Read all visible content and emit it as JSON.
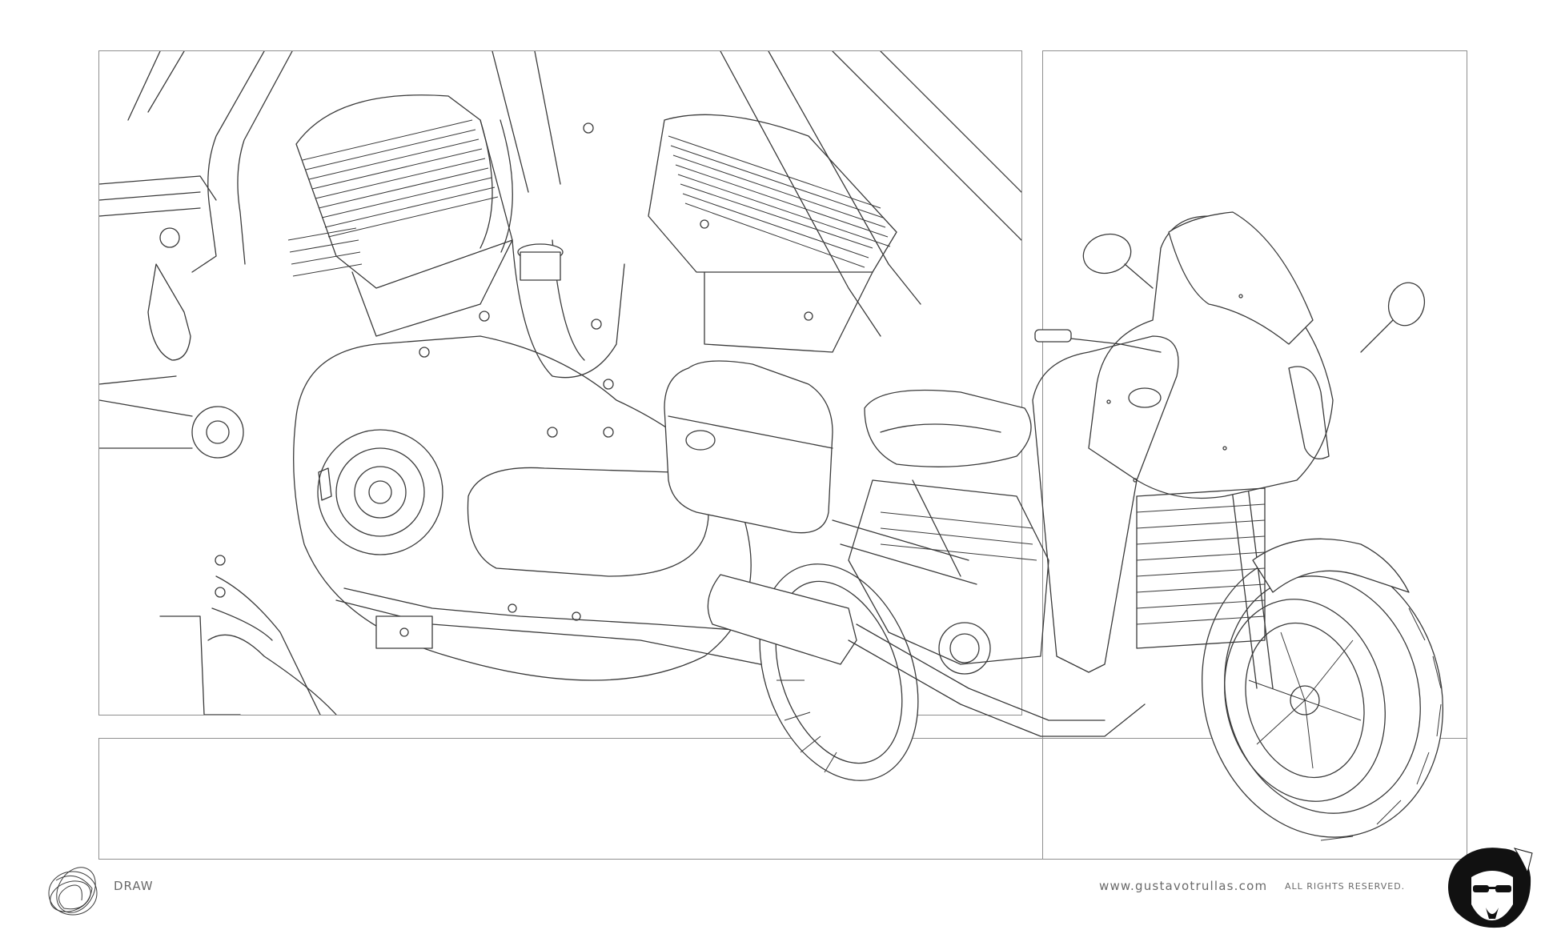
{
  "footer": {
    "label": "DRAW",
    "website": "www.gustavotrullas.com",
    "rights": "ALL RIGHTS RESERVED."
  },
  "icons": {
    "scribble": "scribble-logo-icon",
    "avatar": "sunglasses-avatar-icon"
  },
  "colors": {
    "background": "#ffffff",
    "line": "#3a3a3a",
    "frame": "#8f8f8f",
    "text": "#6a6a6a",
    "badge": "#111111"
  }
}
